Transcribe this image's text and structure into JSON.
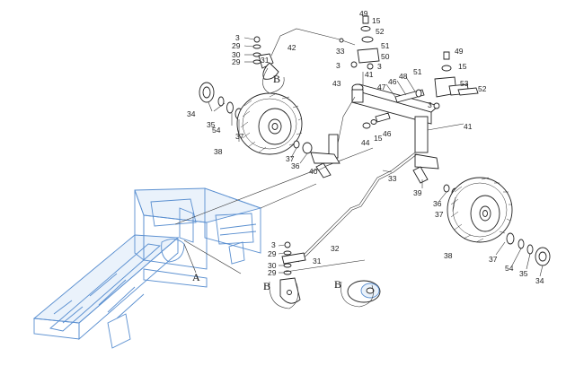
{
  "labels": {
    "p3a": "3",
    "p29a": "29",
    "p30a": "30",
    "p29b": "29",
    "p31a": "31",
    "p42": "42",
    "p49a": "49",
    "p15a": "15",
    "p52a": "52",
    "p33a": "33",
    "p51a": "51",
    "p50": "50",
    "p3b": "3",
    "p3c": "3",
    "p41a": "41",
    "p43": "43",
    "p47": "47",
    "p46a": "46",
    "p48": "48",
    "p49b": "49",
    "p15b": "15",
    "p51b": "51",
    "p53": "53",
    "p52b": "52",
    "p3d": "3",
    "p41b": "41",
    "p34a": "34",
    "p35a": "35",
    "p54a": "54",
    "p37a": "37",
    "p38a": "38",
    "p37b": "37",
    "p36a": "36",
    "p40": "40",
    "p44": "44",
    "p15c": "15",
    "p46b": "46",
    "p33b": "33",
    "p39": "39",
    "p36b": "36",
    "p37c": "37",
    "p3e": "3",
    "p29c": "29",
    "p32": "32",
    "p31b": "31",
    "p30b": "30",
    "p29d": "29",
    "p38b": "38",
    "p37d": "37",
    "p54b": "54",
    "p35b": "35",
    "p34b": "34"
  },
  "callouts": {
    "b1": "B",
    "a": "A",
    "b2": "B",
    "b3": "B"
  },
  "colors": {
    "frame": "#5a8fd0",
    "line": "#222222"
  }
}
